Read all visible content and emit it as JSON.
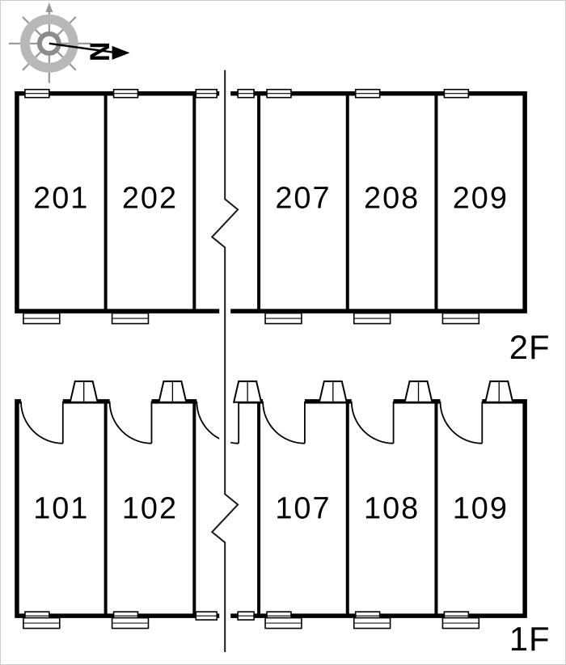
{
  "compass": {
    "north_letter": "N"
  },
  "floor_plan": {
    "floors": [
      {
        "name": "2F",
        "units": [
          {
            "number": "201"
          },
          {
            "number": "202"
          },
          {
            "number": "207"
          },
          {
            "number": "208"
          },
          {
            "number": "209"
          }
        ]
      },
      {
        "name": "1F",
        "units": [
          {
            "number": "101"
          },
          {
            "number": "102"
          },
          {
            "number": "107"
          },
          {
            "number": "108"
          },
          {
            "number": "109"
          }
        ]
      }
    ]
  },
  "colors": {
    "walls": "#000000",
    "break_line": "#1a1a1a",
    "compass_ring": "#b8b8b8",
    "compass_spokes": "#9a9a9a",
    "background": "#ffffff"
  }
}
